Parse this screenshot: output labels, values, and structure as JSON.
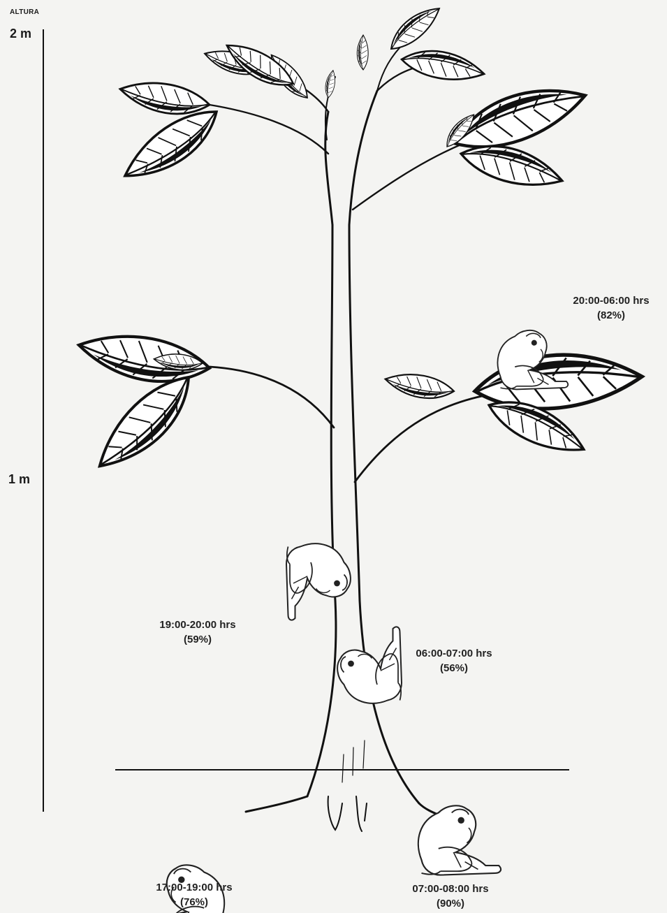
{
  "axis": {
    "title": "ALTURA",
    "tick_top": "2 m",
    "tick_mid": "1 m"
  },
  "positions": [
    {
      "time": "20:00-06:00 hrs",
      "pct": "(82%)"
    },
    {
      "time": "19:00-20:00 hrs",
      "pct": "(59%)"
    },
    {
      "time": "06:00-07:00 hrs",
      "pct": "(56%)"
    },
    {
      "time": "17:00-19:00 hrs",
      "pct": "(76%)"
    },
    {
      "time": "07:00-08:00 hrs",
      "pct": "(90%)"
    }
  ]
}
